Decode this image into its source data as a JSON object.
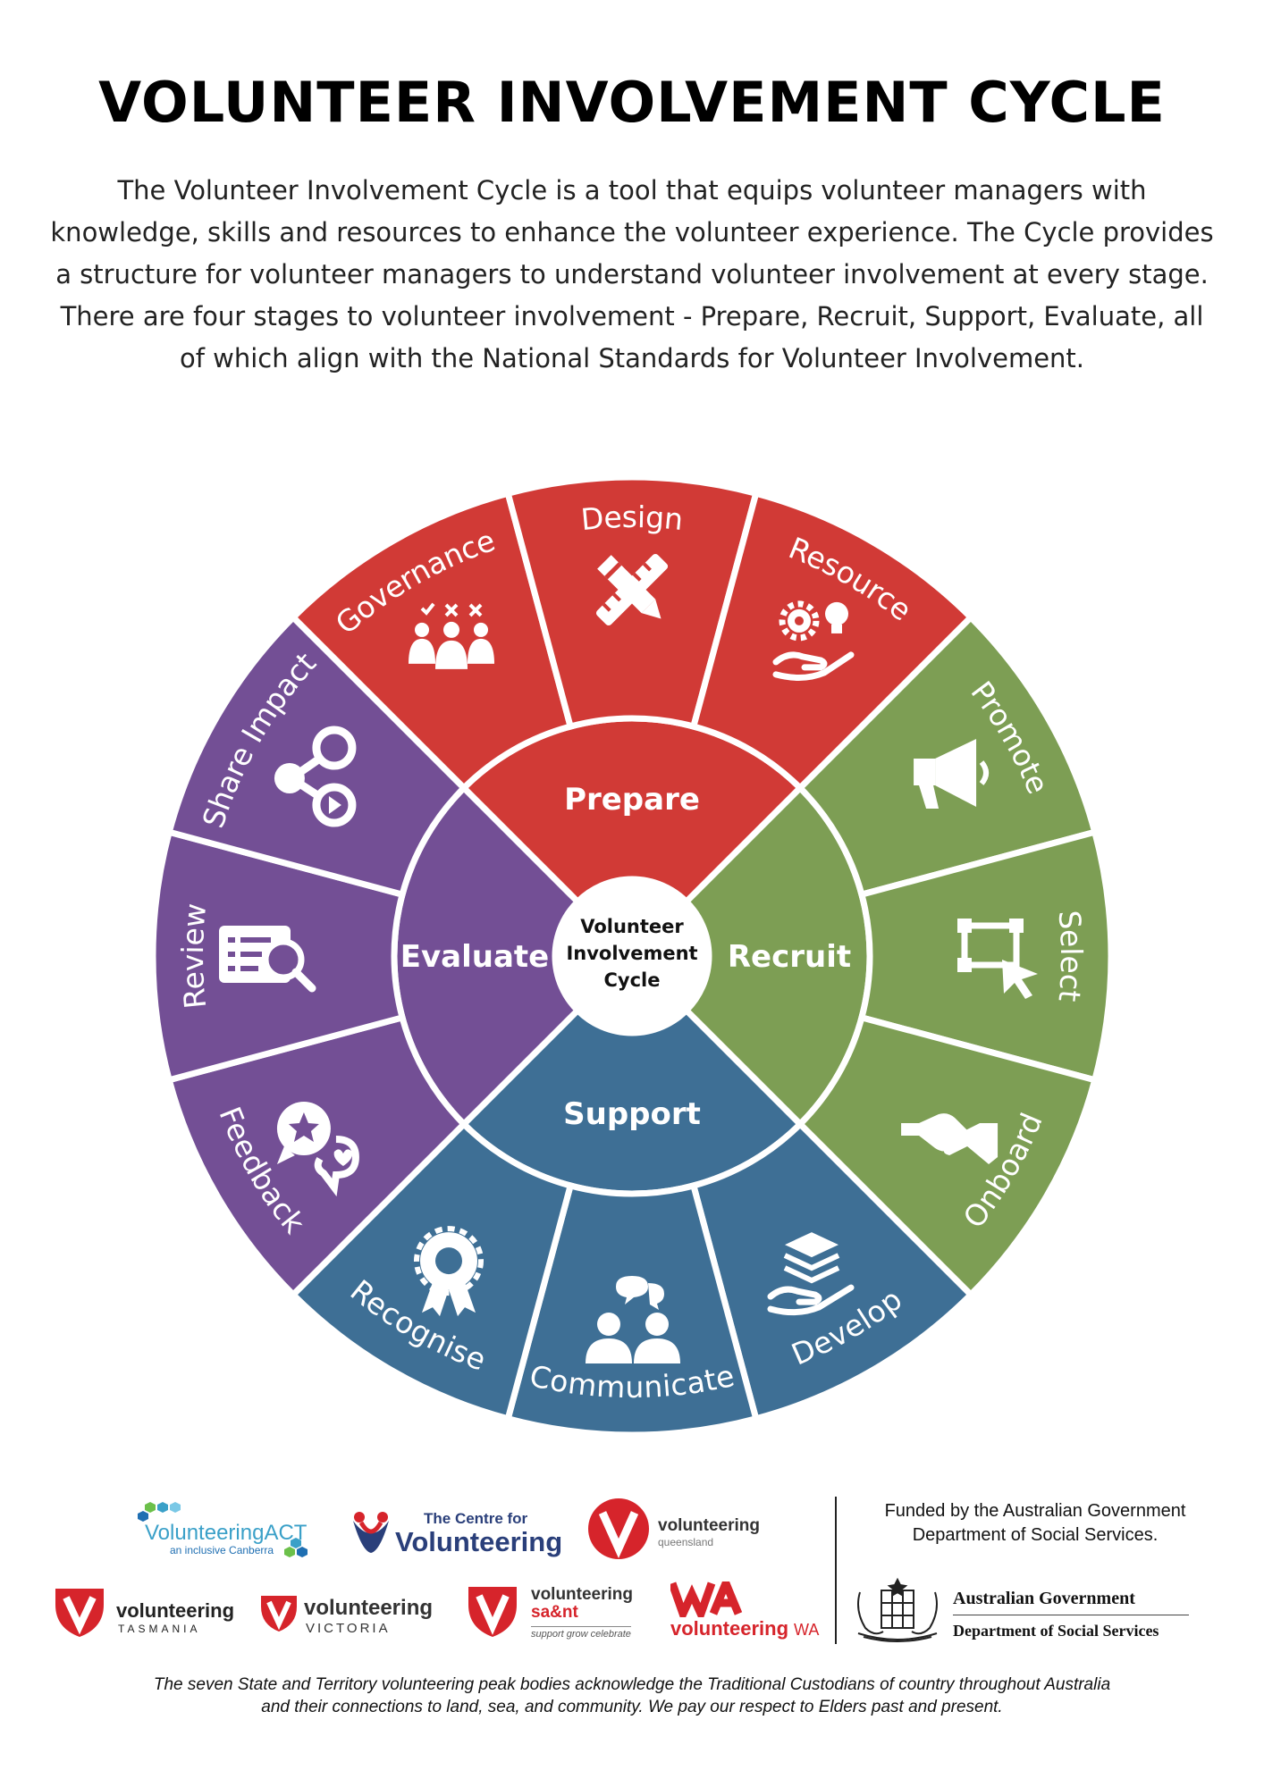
{
  "title": "VOLUNTEER INVOLVEMENT CYCLE",
  "intro": "The Volunteer Involvement Cycle is a tool that equips volunteer managers with knowledge, skills and resources to enhance the volunteer experience. The Cycle provides a structure for volunteer managers to understand volunteer involvement at every stage. There are four stages to volunteer involvement - Prepare, Recruit, Support, Evaluate, all of which align with the National Standards for Volunteer Involvement.",
  "center": {
    "lines": [
      "Volunteer",
      "Involvement",
      "Cycle"
    ]
  },
  "colors": {
    "prepare": "#d13a36",
    "recruit": "#7d9e54",
    "support": "#3e6f95",
    "evaluate": "#734f95"
  },
  "stages": [
    {
      "id": "prepare",
      "label": "Prepare",
      "color": "#d13a36",
      "segments": [
        {
          "label": "Governance",
          "icon": "team-icon"
        },
        {
          "label": "Design",
          "icon": "pencil-ruler-icon"
        },
        {
          "label": "Resource",
          "icon": "hand-gear-bulb-icon"
        }
      ]
    },
    {
      "id": "recruit",
      "label": "Recruit",
      "color": "#7d9e54",
      "segments": [
        {
          "label": "Promote",
          "icon": "megaphone-icon"
        },
        {
          "label": "Select",
          "icon": "select-cursor-icon"
        },
        {
          "label": "Onboard",
          "icon": "handshake-icon"
        }
      ]
    },
    {
      "id": "support",
      "label": "Support",
      "color": "#3e6f95",
      "segments": [
        {
          "label": "Develop",
          "icon": "hand-layers-icon"
        },
        {
          "label": "Communicate",
          "icon": "people-chat-icon"
        },
        {
          "label": "Recognise",
          "icon": "award-badge-icon"
        }
      ]
    },
    {
      "id": "evaluate",
      "label": "Evaluate",
      "color": "#734f95",
      "segments": [
        {
          "label": "Feedback",
          "icon": "speech-star-icon"
        },
        {
          "label": "Review",
          "icon": "list-magnifier-icon"
        },
        {
          "label": "Share Impact",
          "icon": "share-icon"
        }
      ]
    }
  ],
  "logos": {
    "act": {
      "name": "VolunteeringACT",
      "tagline": "an inclusive Canberra"
    },
    "centre": {
      "line1": "The Centre for",
      "line2": "Volunteering"
    },
    "qld": {
      "name": "volunteering",
      "sub": "queensland"
    },
    "tas": {
      "name": "volunteering",
      "sub": "TASMANIA"
    },
    "vic": {
      "name": "volunteering",
      "sub": "VICTORIA"
    },
    "sant": {
      "name": "volunteering",
      "sub": "sa&nt",
      "tagline": "support grow celebrate"
    },
    "wa": {
      "name": "volunteering",
      "suffix": "WA"
    }
  },
  "funding": {
    "line1": "Funded by the Australian Government",
    "line2": "Department of Social Services.",
    "gov_name": "Australian Government",
    "dept": "Department of Social Services"
  },
  "acknowledgement": {
    "line1": "The seven State and Territory volunteering peak bodies acknowledge the Traditional Custodians of country throughout Australia",
    "line2": "and their connections to land, sea, and community. We pay our respect to Elders past and present."
  }
}
